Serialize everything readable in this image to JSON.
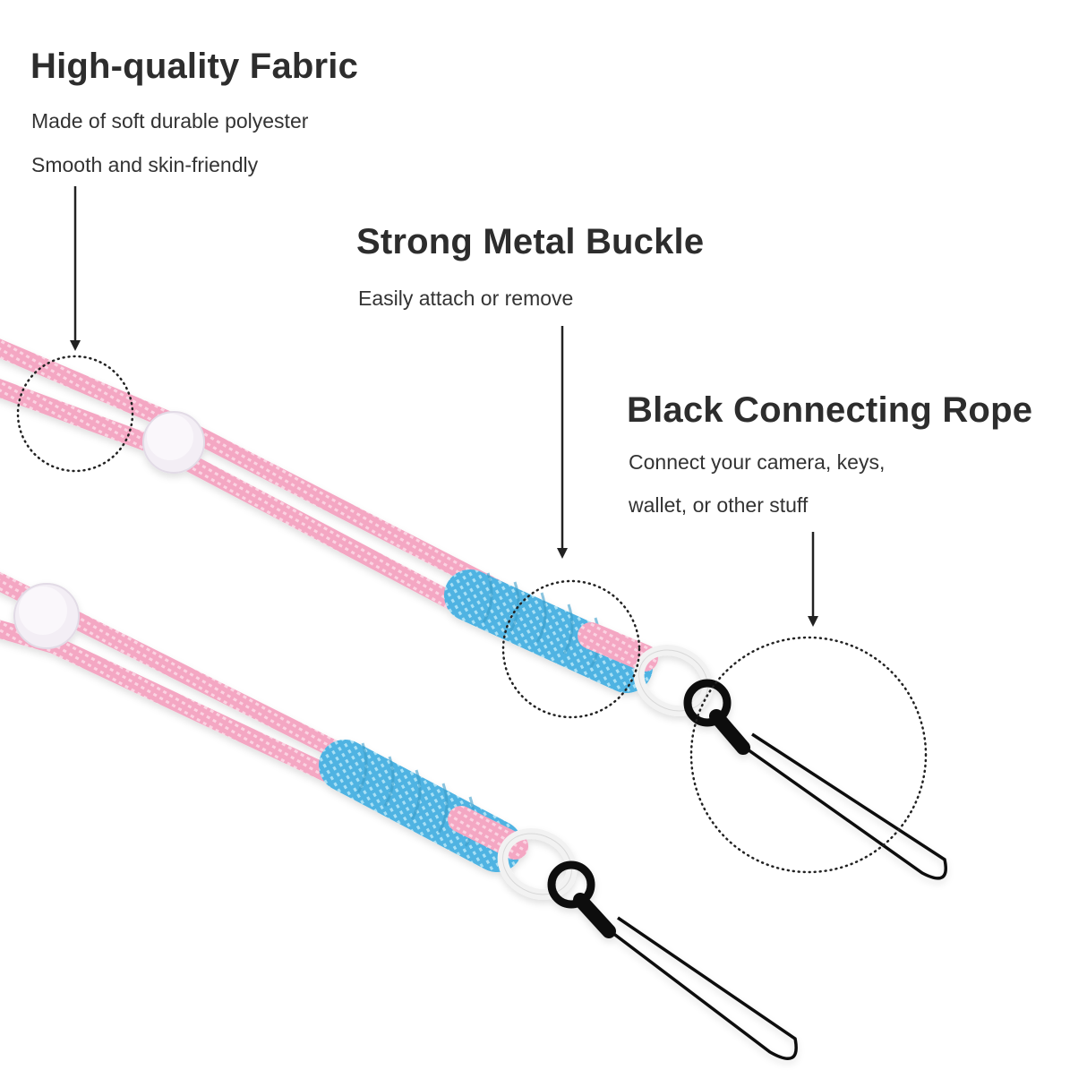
{
  "features": [
    {
      "id": "fabric",
      "title": "High-quality Fabric",
      "lines": [
        "Made of soft durable polyester",
        "Smooth and skin-friendly"
      ]
    },
    {
      "id": "buckle",
      "title": "Strong Metal Buckle",
      "lines": [
        "Easily attach or remove"
      ]
    },
    {
      "id": "rope",
      "title": "Black Connecting Rope",
      "lines": [
        "Connect your camera, keys,",
        "wallet, or other stuff"
      ]
    }
  ],
  "colors": {
    "cord_pink": "#f5a9c4",
    "cord_blue": "#5bbbe6",
    "ring_white": "#f4f4f4",
    "loop_black": "#111111",
    "text": "#2d2d2d"
  }
}
